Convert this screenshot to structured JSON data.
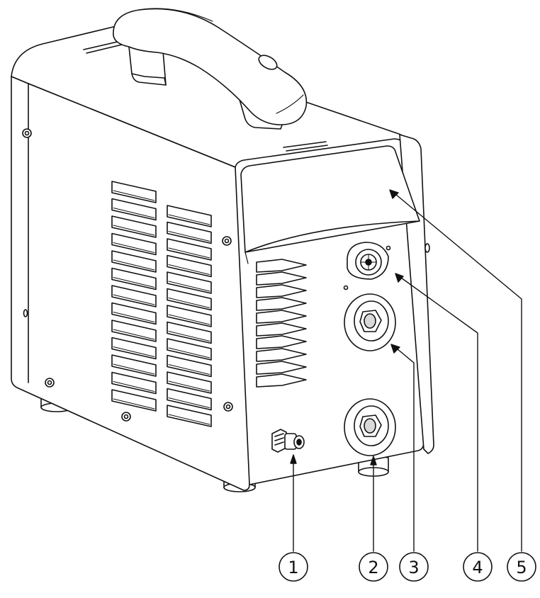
{
  "diagram": {
    "callouts": [
      {
        "number": "1"
      },
      {
        "number": "2"
      },
      {
        "number": "3"
      },
      {
        "number": "4"
      },
      {
        "number": "5"
      }
    ]
  },
  "colors": {
    "line": "#111111",
    "fill": "#ffffff",
    "shade": "#d9d9d9"
  }
}
